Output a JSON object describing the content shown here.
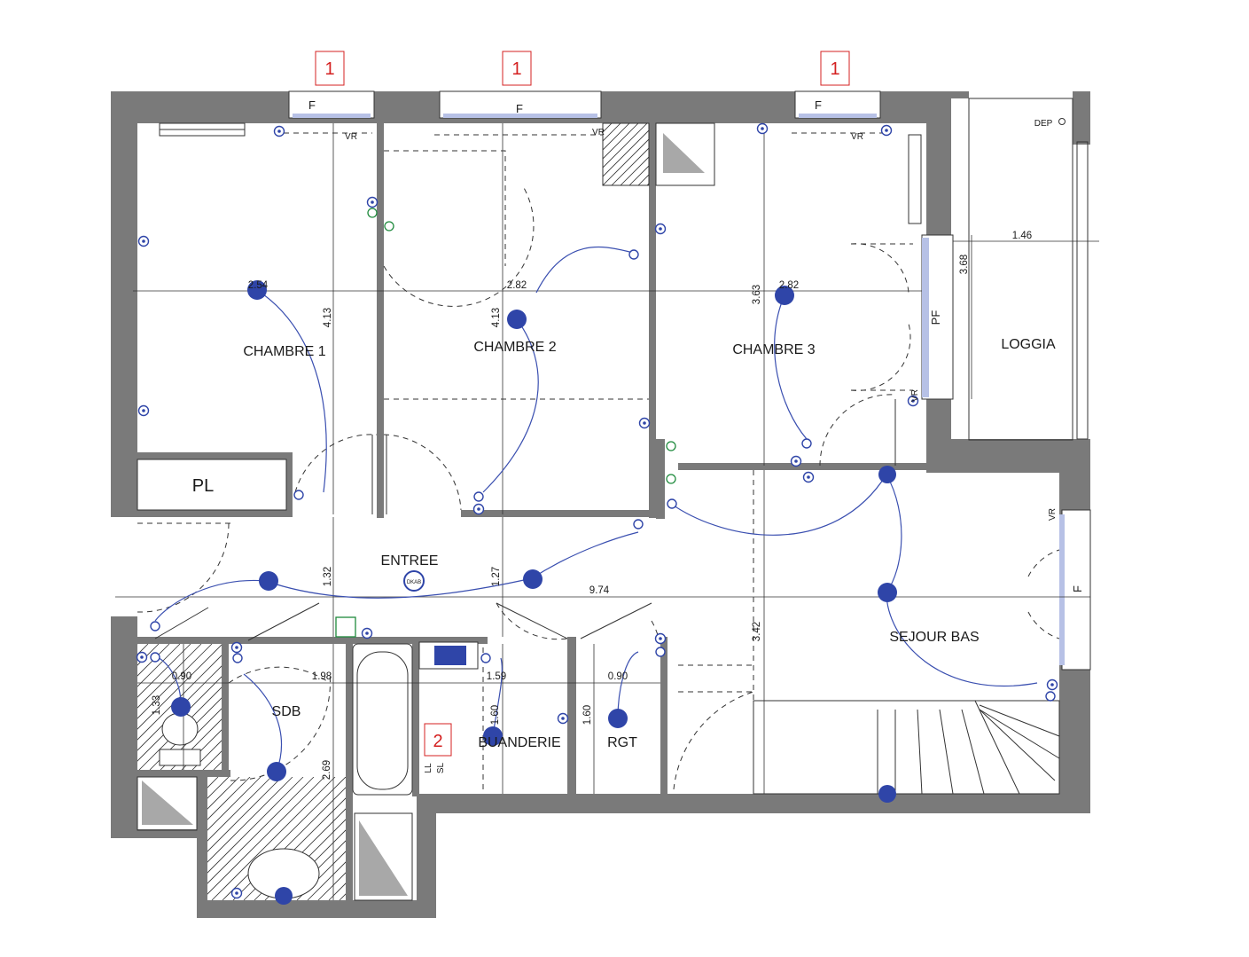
{
  "rooms": {
    "chambre1": "CHAMBRE 1",
    "chambre2": "CHAMBRE 2",
    "chambre3": "CHAMBRE 3",
    "loggia": "LOGGIA",
    "pl": "PL",
    "entree": "ENTREE",
    "sejour": "SEJOUR BAS",
    "sdb": "SDB",
    "buanderie": "BUANDERIE",
    "rgt": "RGT"
  },
  "windows": {
    "f": "F",
    "vr": "VR",
    "pf": "PF",
    "dep": "DEP"
  },
  "markers": {
    "one": "1",
    "two": "2"
  },
  "dimensions": {
    "c1_width": "2.54",
    "c1_depth": "4.13",
    "c2_width": "2.82",
    "c2_depth": "4.13",
    "c3_width": "2.82",
    "c3_depth": "3.63",
    "loggia_width": "1.46",
    "loggia_depth": "3.68",
    "entree_a": "1.32",
    "entree_b": "1.27",
    "total": "9.74",
    "sejour_depth": "3.42",
    "wc_width": "0.90",
    "wc_depth": "1.33",
    "sdb_width": "1.98",
    "sdb_depth": "2.69",
    "buand_width": "1.59",
    "buand_depth": "1.60",
    "rgt_width": "0.90",
    "rgt_depth": "1.60"
  },
  "symbols": {
    "ll": "LL",
    "sl": "SL",
    "dkab": "DKAB"
  },
  "colors": {
    "wall": "#7a7a7a",
    "electric": "#2f45a8",
    "marker": "#d42020",
    "green": "#1e8a3c"
  }
}
